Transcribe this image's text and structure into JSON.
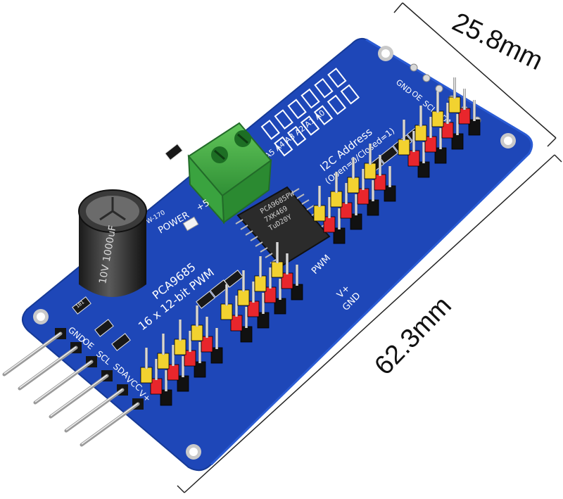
{
  "dimensions": {
    "width_label": "25.8mm",
    "length_label": "62.3mm"
  },
  "board": {
    "color": "#1e47b8",
    "chip_label_line1": "PCA9685PW",
    "chip_label_line2": "7XK469",
    "chip_label_line3": "TuD20Y",
    "title_line1": "PCA9685",
    "title_line2": "16 x 12-bit PWM",
    "pwm_label": "PWM",
    "power_label": "POWER",
    "plus_label": "+5",
    "gnd_label": "GND",
    "v_plus_label": "V+",
    "w170_label": "W-170",
    "address_line1": "I2C Address",
    "address_line2": "(Open=0/Closed=1)",
    "address_bits": "A5 A4 A3 A2 A1 A0",
    "header_left": [
      "GND",
      "OE",
      "SCL",
      "SDA",
      "VCC",
      "V+"
    ],
    "header_right": [
      "GND",
      "OE",
      "SCL",
      "SDA"
    ],
    "capacitor_text": "10V 1000uF",
    "resistor_code": "101"
  }
}
